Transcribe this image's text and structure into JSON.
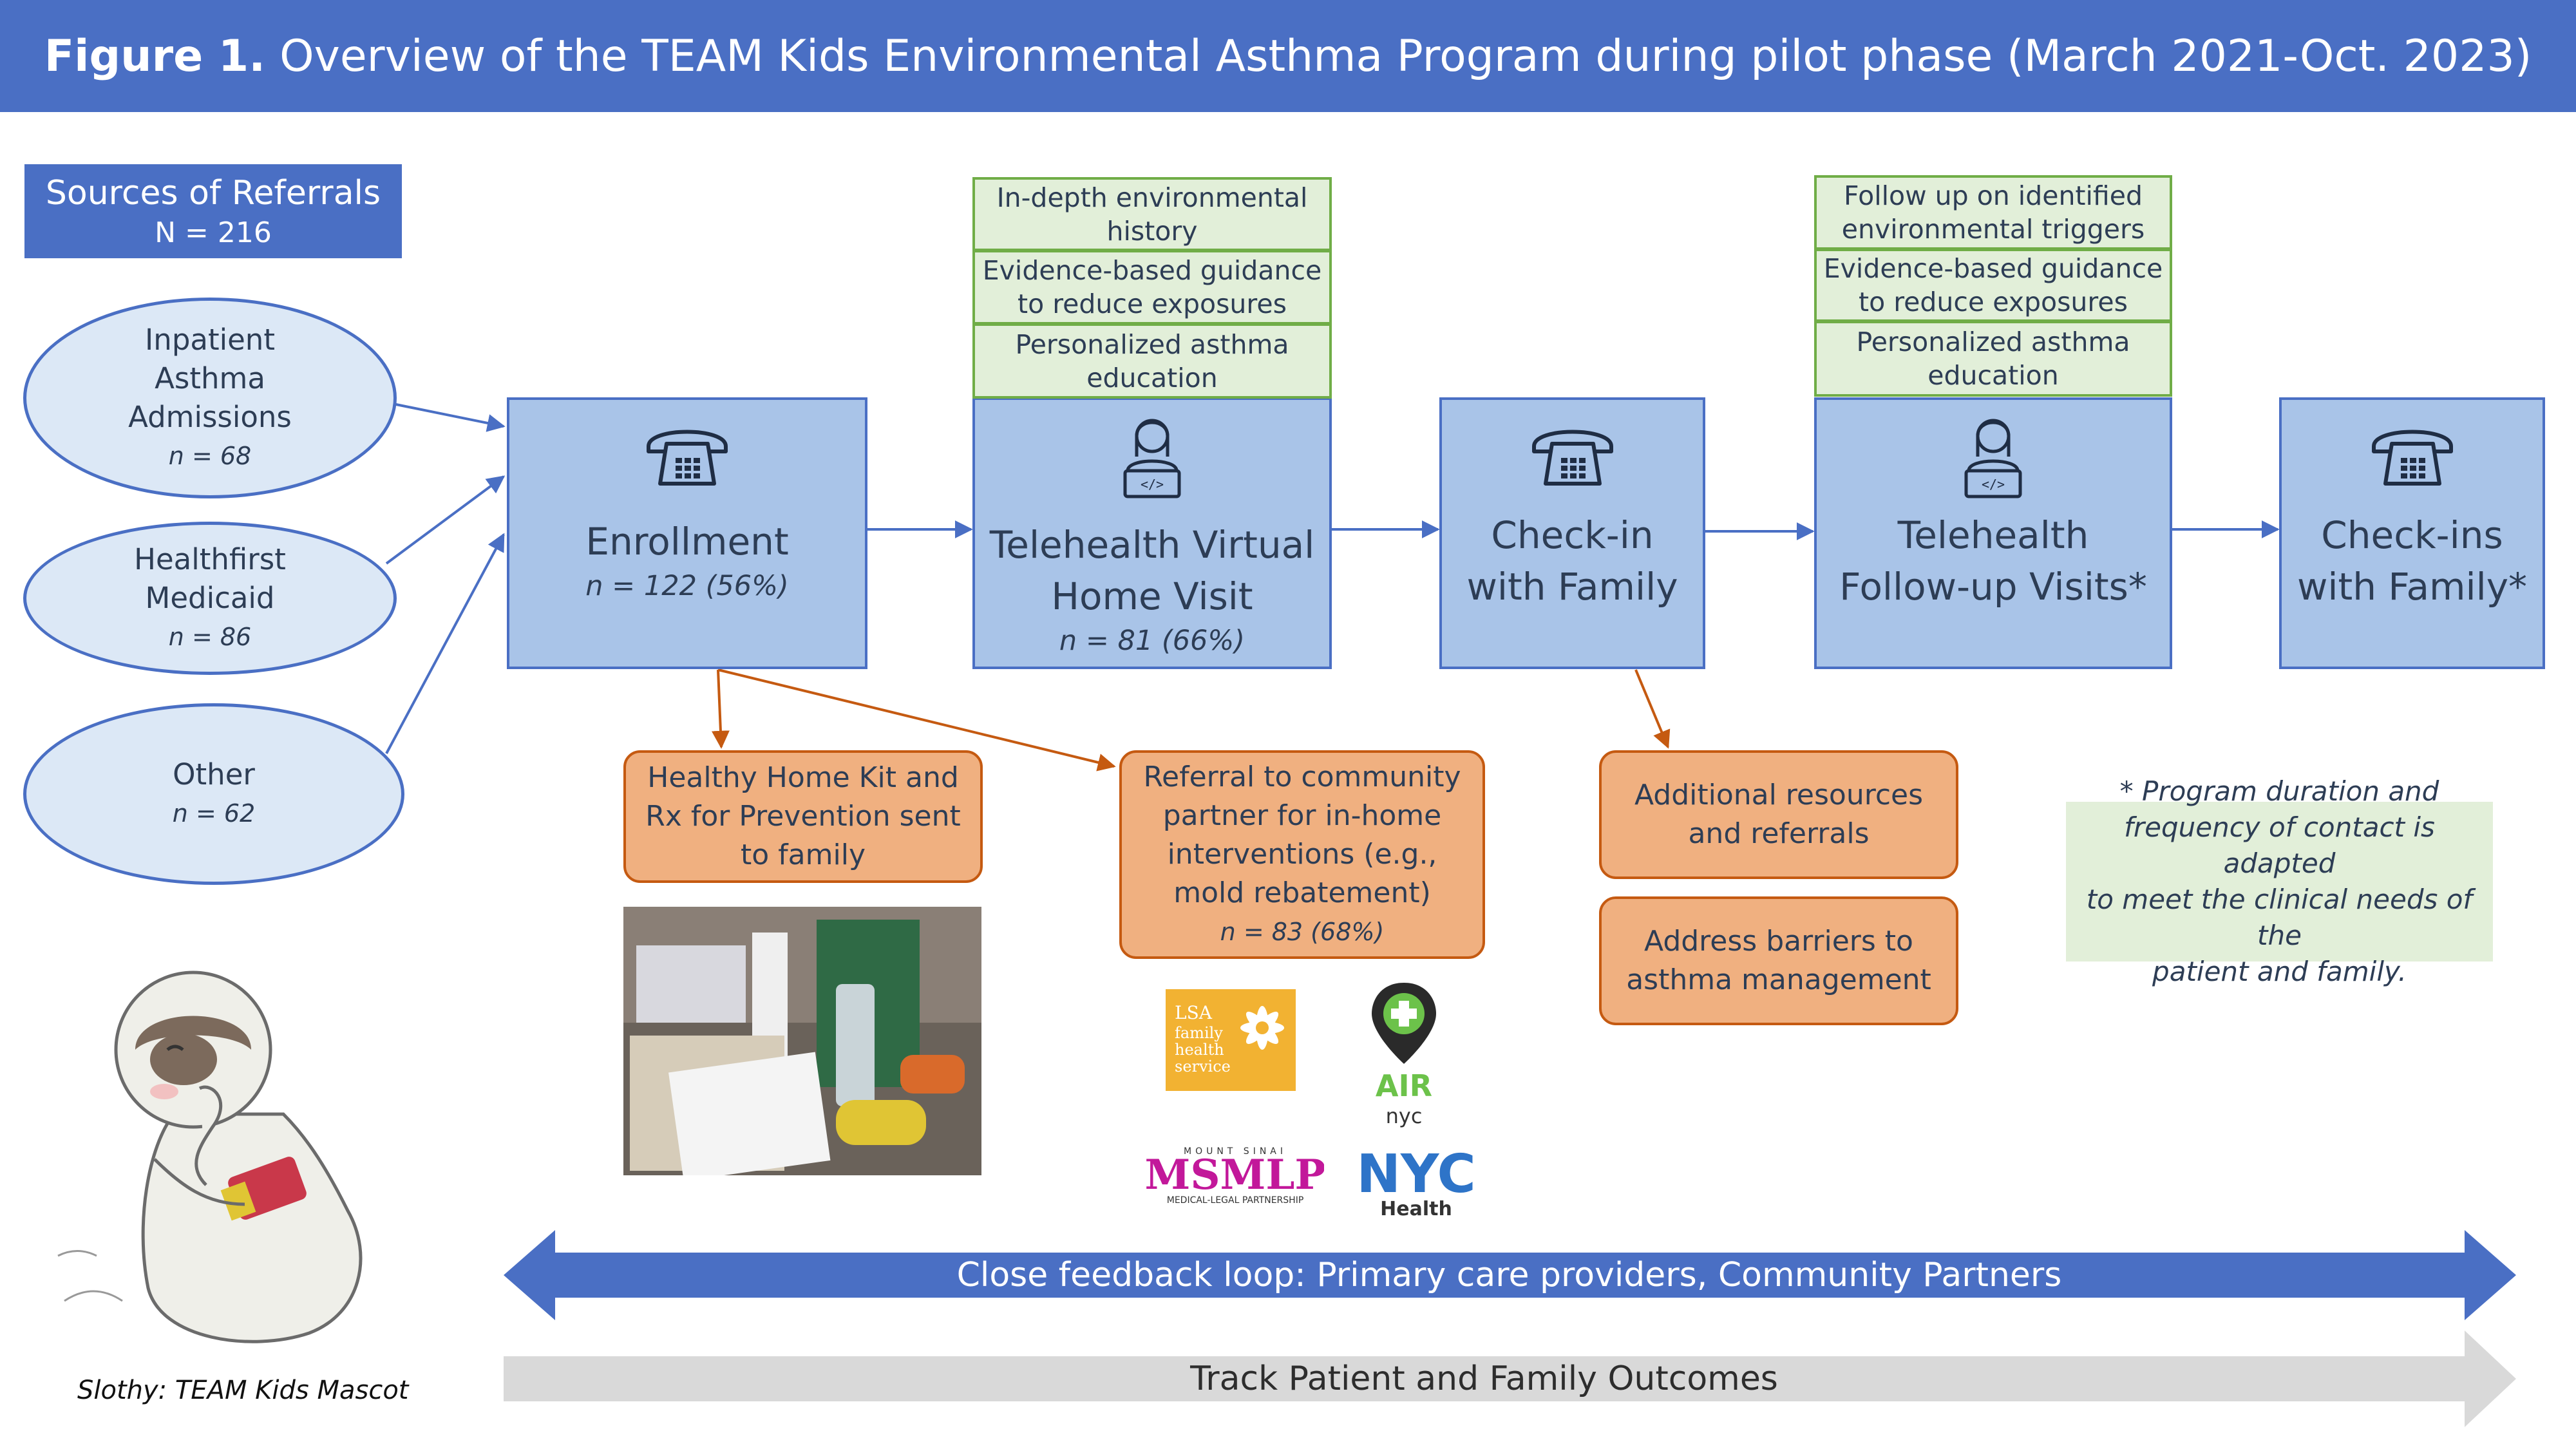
{
  "header": {
    "figure_label": "Figure 1.",
    "title": "Overview of the TEAM Kids Environmental Asthma Program during pilot phase (March 2021-Oct. 2023)"
  },
  "referrals": {
    "heading": "Sources of Referrals",
    "total": "N = 216",
    "sources": [
      {
        "lines": [
          "Inpatient",
          "Asthma",
          "Admissions"
        ],
        "n": "n = 68"
      },
      {
        "lines": [
          "Healthfirst",
          "Medicaid"
        ],
        "n": "n = 86"
      },
      {
        "lines": [
          "Other"
        ],
        "n": "n = 62"
      }
    ]
  },
  "steps": {
    "enrollment": {
      "title": "Enrollment",
      "n": "n = 122 (56%)"
    },
    "virtual_visit": {
      "title_line1": "Telehealth Virtual",
      "title_line2": "Home Visit",
      "n": "n = 81 (66%)"
    },
    "checkin": {
      "title_line1": "Check-in",
      "title_line2": "with Family"
    },
    "followup": {
      "title_line1": "Telehealth",
      "title_line2": "Follow-up Visits*"
    },
    "checkins": {
      "title_line1": "Check-ins",
      "title_line2": "with Family*"
    }
  },
  "visit_components": [
    {
      "line1": "In-depth environmental",
      "line2": "history"
    },
    {
      "line1": "Evidence-based guidance",
      "line2": "to reduce exposures"
    },
    {
      "line1": "Personalized asthma",
      "line2": "education"
    }
  ],
  "followup_components": [
    {
      "line1": "Follow up on identified",
      "line2": "environmental triggers"
    },
    {
      "line1": "Evidence-based guidance",
      "line2": "to reduce exposures"
    },
    {
      "line1": "Personalized asthma",
      "line2": "education"
    }
  ],
  "outputs": {
    "kit": {
      "lines": [
        "Healthy Home Kit and",
        "Rx for Prevention  sent",
        "to family"
      ]
    },
    "referral": {
      "lines": [
        "Referral to community",
        "partner for in-home",
        "interventions  (e.g.,",
        "mold rebatement)"
      ],
      "n": "n = 83 (68%)"
    },
    "resources": {
      "lines": [
        "Additional resources",
        "and referrals"
      ]
    },
    "barriers": {
      "lines": [
        "Address barriers to",
        "asthma management"
      ]
    }
  },
  "note": {
    "lines": [
      "* Program duration and",
      "frequency of contact is adapted",
      "to meet the clinical needs of the",
      "patient and family."
    ]
  },
  "logos": {
    "lsa": [
      "LSA",
      "family",
      "health",
      "service"
    ],
    "air": [
      "AIR",
      "nyc"
    ],
    "msmlp": {
      "top": "MOUNT SINAI",
      "main": "MSMLP",
      "sub": "MEDICAL-LEGAL PARTNERSHIP"
    },
    "nyc": {
      "main": "NYC",
      "sub": "Health"
    }
  },
  "bars": {
    "feedback": "Close feedback loop: Primary care providers, Community Partners",
    "outcomes": "Track Patient and Family Outcomes"
  },
  "mascot_caption": "Slothy: TEAM Kids Mascot",
  "colors": {
    "header_blue": "#4a6fc4",
    "box_blue": "#a9c4e8",
    "ellipse_fill": "#dce8f6",
    "green_fill": "#e2efd9",
    "green_border": "#70ad47",
    "orange_fill": "#f0b080",
    "orange_border": "#c55a11",
    "gray_bar": "#d9d9d9"
  }
}
